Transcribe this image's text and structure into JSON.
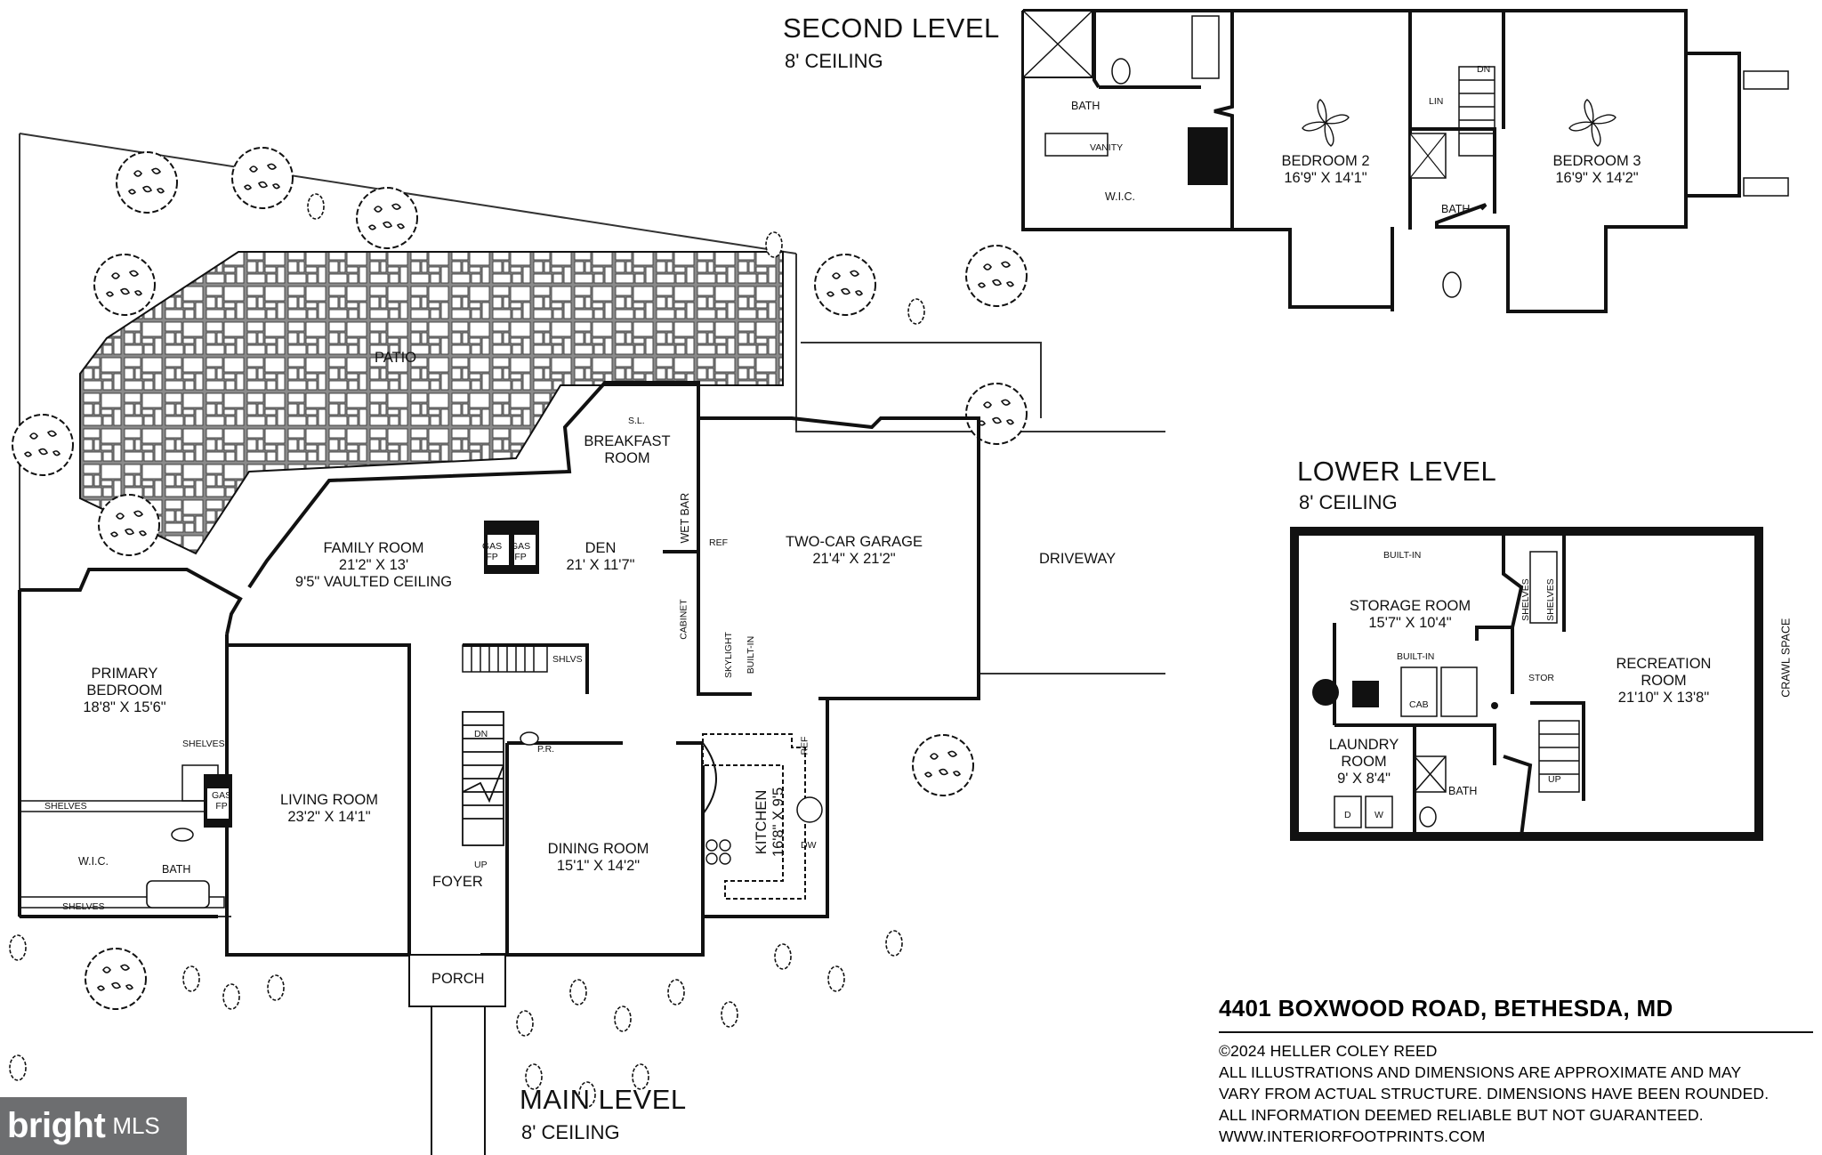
{
  "titles": {
    "second_level": "SECOND LEVEL",
    "second_ceiling": "8' CEILING",
    "lower_level": "LOWER LEVEL",
    "lower_ceiling": "8' CEILING",
    "main_level": "MAIN LEVEL",
    "main_ceiling": "8' CEILING"
  },
  "main": {
    "patio": "PATIO",
    "breakfast_sl": "S.L.",
    "breakfast_name": "BREAKFAST",
    "breakfast_name2": "ROOM",
    "family_name": "FAMILY ROOM",
    "family_dim": "21'2\" X 13'",
    "family_note": "9'5\" VAULTED CEILING",
    "den_name": "DEN",
    "den_dim": "21' X 11'7\"",
    "gas_fp_a1": "GAS",
    "gas_fp_a2": "FP",
    "gas_fp_b1": "GAS",
    "gas_fp_b2": "FP",
    "wet_bar": "WET BAR",
    "ref_1": "REF",
    "cabinet": "CABINET",
    "skylight": "SKYLIGHT",
    "built_in": "BUILT-IN",
    "garage_name": "TWO-CAR GARAGE",
    "garage_dim": "21'4\" X 21'2\"",
    "driveway": "DRIVEWAY",
    "primary_name": "PRIMARY",
    "primary_name2": "BEDROOM",
    "primary_dim": "18'8\" X 15'6\"",
    "shelves_1": "SHELVES",
    "shelves_2": "SHELVES",
    "shelves_3": "SHELVES",
    "gas_fp_c1": "GAS",
    "gas_fp_c2": "FP",
    "wic": "W.I.C.",
    "bath": "BATH",
    "shlvs": "SHLVS",
    "living_name": "LIVING ROOM",
    "living_dim": "23'2\" X 14'1\"",
    "dn": "DN",
    "up": "UP",
    "pr": "P.R.",
    "foyer": "FOYER",
    "dining_name": "DINING ROOM",
    "dining_dim": "15'1\" X 14'2\"",
    "kitchen_name": "KITCHEN",
    "kitchen_dim": "16'8\" X 9'5",
    "ref_2": "REF",
    "dw": "DW",
    "porch": "PORCH"
  },
  "second": {
    "bath_1": "BATH",
    "vanity": "VANITY",
    "wic": "W.I.C.",
    "bed2_name": "BEDROOM 2",
    "bed2_dim": "16'9\" X 14'1\"",
    "lin": "LIN",
    "dn": "DN",
    "bath_2": "BATH",
    "bed3_name": "BEDROOM 3",
    "bed3_dim": "16'9\" X 14'2\""
  },
  "lower": {
    "built_in_1": "BUILT-IN",
    "storage_name": "STORAGE ROOM",
    "storage_dim": "15'7\" X 10'4\"",
    "shelves_1": "SHELVES",
    "shelves_2": "SHELVES",
    "built_in_2": "BUILT-IN",
    "cab": "CAB",
    "stor": "STOR",
    "rec_name": "RECREATION",
    "rec_name2": "ROOM",
    "rec_dim": "21'10\" X 13'8\"",
    "crawl": "CRAWL SPACE",
    "laundry_name": "LAUNDRY",
    "laundry_name2": "ROOM",
    "laundry_dim": "9' X 8'4\"",
    "d": "D",
    "w": "W",
    "bath": "BATH",
    "up": "UP"
  },
  "footer": {
    "address": "4401 BOXWOOD ROAD, BETHESDA, MD",
    "copyright": "©2024 HELLER COLEY REED",
    "disclaimer_1": "ALL ILLUSTRATIONS AND DIMENSIONS ARE APPROXIMATE AND MAY",
    "disclaimer_2": "VARY FROM ACTUAL STRUCTURE. DIMENSIONS HAVE BEEN ROUNDED.",
    "disclaimer_3": "ALL INFORMATION DEEMED RELIABLE BUT NOT GUARANTEED.",
    "website": "WWW.INTERIORFOOTPRINTS.COM"
  },
  "watermark": {
    "brand": "bright",
    "mls": "MLS"
  }
}
